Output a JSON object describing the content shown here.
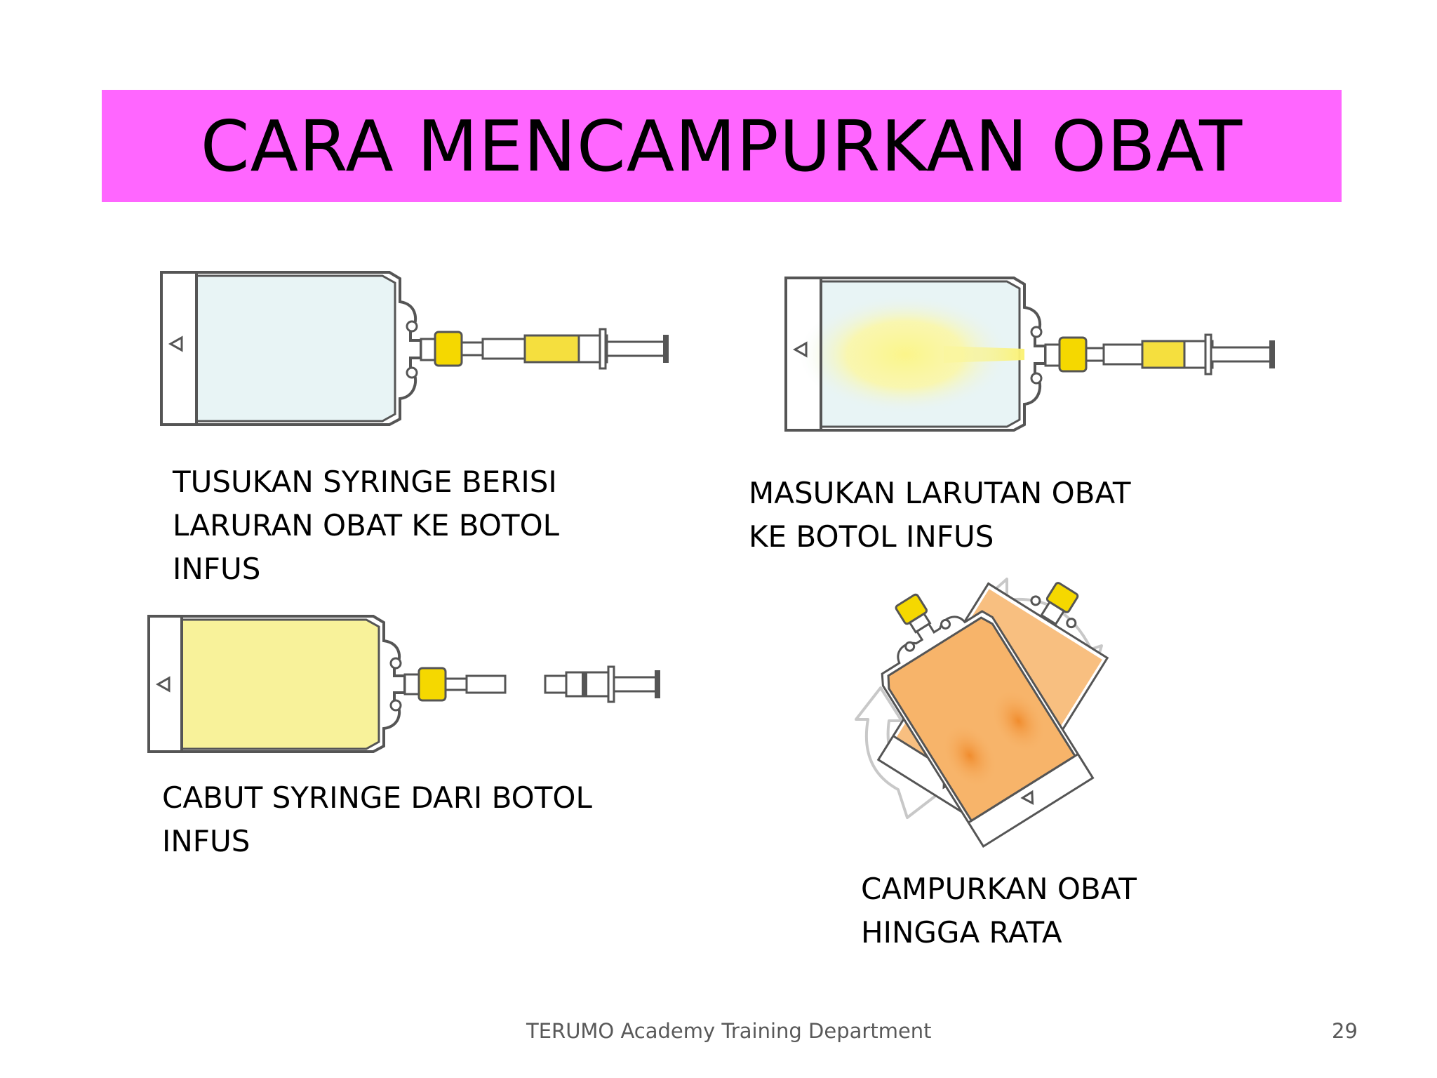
{
  "colors": {
    "title_bg": "#ff66ff",
    "fluid_clear": "#e8f4f5",
    "fluid_yellow": "#f8f29a",
    "fluid_orange": "#f7b46a",
    "connector_yellow": "#f5d800",
    "arrow_gray": "#d7d7d7"
  },
  "slide": {
    "title": "CARA MENCAMPURKAN OBAT"
  },
  "steps": [
    {
      "lines": [
        "TUSUKAN SYRINGE BERISI",
        "LARURAN OBAT KE BOTOL",
        "INFUS"
      ]
    },
    {
      "lines": [
        "MASUKAN LARUTAN OBAT",
        "KE BOTOL INFUS"
      ]
    },
    {
      "lines": [
        "CABUT SYRINGE DARI BOTOL",
        "INFUS"
      ]
    },
    {
      "lines": [
        "CAMPURKAN OBAT",
        "HINGGA RATA"
      ]
    }
  ],
  "footer": {
    "text": "TERUMO Academy Training Department",
    "page_number": "29"
  }
}
